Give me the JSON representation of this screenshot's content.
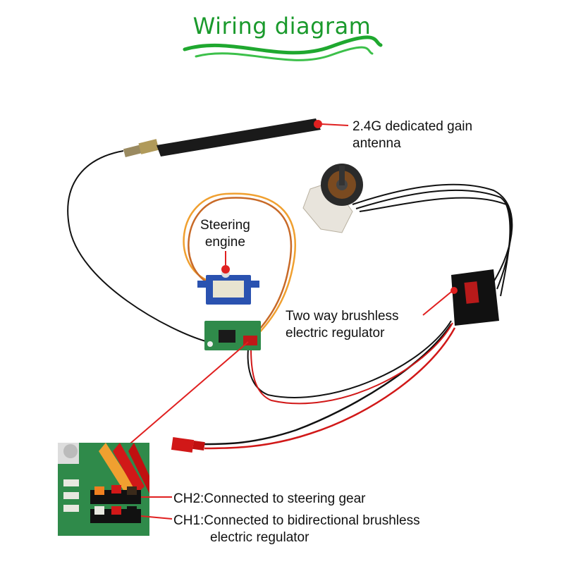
{
  "title": "Wiring diagram",
  "labels": {
    "antenna_line1": "2.4G dedicated gain",
    "antenna_line2": "antenna",
    "steering_line1": "Steering",
    "steering_line2": "engine",
    "esc_line1": "Two way brushless",
    "esc_line2": "electric regulator",
    "ch2": "CH2:Connected to steering gear",
    "ch1_line1": "CH1:Connected to bidirectional brushless",
    "ch1_line2": "electric regulator"
  },
  "colors": {
    "title_green": "#1a9a2c",
    "pointer_red": "#e02020",
    "wire_black": "#111111",
    "wire_red": "#d11818",
    "wire_orange": "#f0a030",
    "servo_blue": "#2a52b0",
    "pcb_green": "#2f8a4a"
  }
}
